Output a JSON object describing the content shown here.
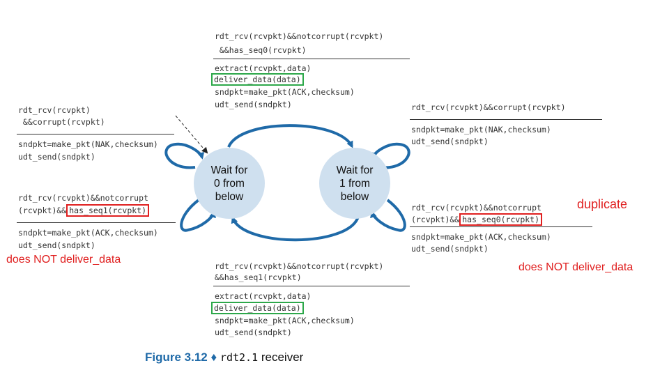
{
  "figure": {
    "label": "Figure 3.12",
    "separator": "♦",
    "protocol": "rdt2.1",
    "suffix": "receiver"
  },
  "colors": {
    "state_fill": "#cfe0ef",
    "arrow": "#1f6aa8",
    "highlight_red": "#e02020",
    "highlight_green": "#2da84a",
    "caption_blue": "#1f6aa8"
  },
  "states": {
    "wait0": {
      "line1": "Wait for",
      "line2": "0 from",
      "line3": "below"
    },
    "wait1": {
      "line1": "Wait for",
      "line2": "1 from",
      "line3": "below"
    }
  },
  "transitions": {
    "top": {
      "event_line1": "rdt_rcv(rcvpkt)&&notcorrupt(rcvpkt)",
      "event_line2": " &&has_seq0(rcvpkt)",
      "action1": "extract(rcvpkt,data)",
      "action2": "deliver_data(data)",
      "action3": "sndpkt=make_pkt(ACK,checksum)",
      "action4": "udt_send(sndpkt)"
    },
    "left_upper": {
      "event_line1": "rdt_rcv(rcvpkt)",
      "event_line2": " &&corrupt(rcvpkt)",
      "action1": "sndpkt=make_pkt(NAK,checksum)",
      "action2": "udt_send(sndpkt)"
    },
    "left_lower": {
      "event_line1": "rdt_rcv(rcvpkt)&&notcorrupt",
      "event_line2_prefix": "(rcvpkt)&&",
      "event_line2_boxed": "has_seq1(rcvpkt)",
      "action1": "sndpkt=make_pkt(ACK,checksum)",
      "action2": "udt_send(sndpkt)"
    },
    "right_upper": {
      "event_line1": "rdt_rcv(rcvpkt)&&corrupt(rcvpkt)",
      "action1": "sndpkt=make_pkt(NAK,checksum)",
      "action2": "udt_send(sndpkt)"
    },
    "right_lower": {
      "event_line1": "rdt_rcv(rcvpkt)&&notcorrupt",
      "event_line2_prefix": "(rcvpkt)&&",
      "event_line2_boxed": "has_seq0(rcvpkt)",
      "action1": "sndpkt=make_pkt(ACK,checksum)",
      "action2": "udt_send(sndpkt)"
    },
    "bottom": {
      "event_line1": "rdt_rcv(rcvpkt)&&notcorrupt(rcvpkt)",
      "event_line2": "&&has_seq1(rcvpkt)",
      "action1": "extract(rcvpkt,data)",
      "action2": "deliver_data(data)",
      "action3": "sndpkt=make_pkt(ACK,checksum)",
      "action4": "udt_send(sndpkt)"
    }
  },
  "annotations": {
    "left_note": "does NOT deliver_data",
    "right_duplicate": "duplicate",
    "right_note": "does NOT deliver_data"
  }
}
